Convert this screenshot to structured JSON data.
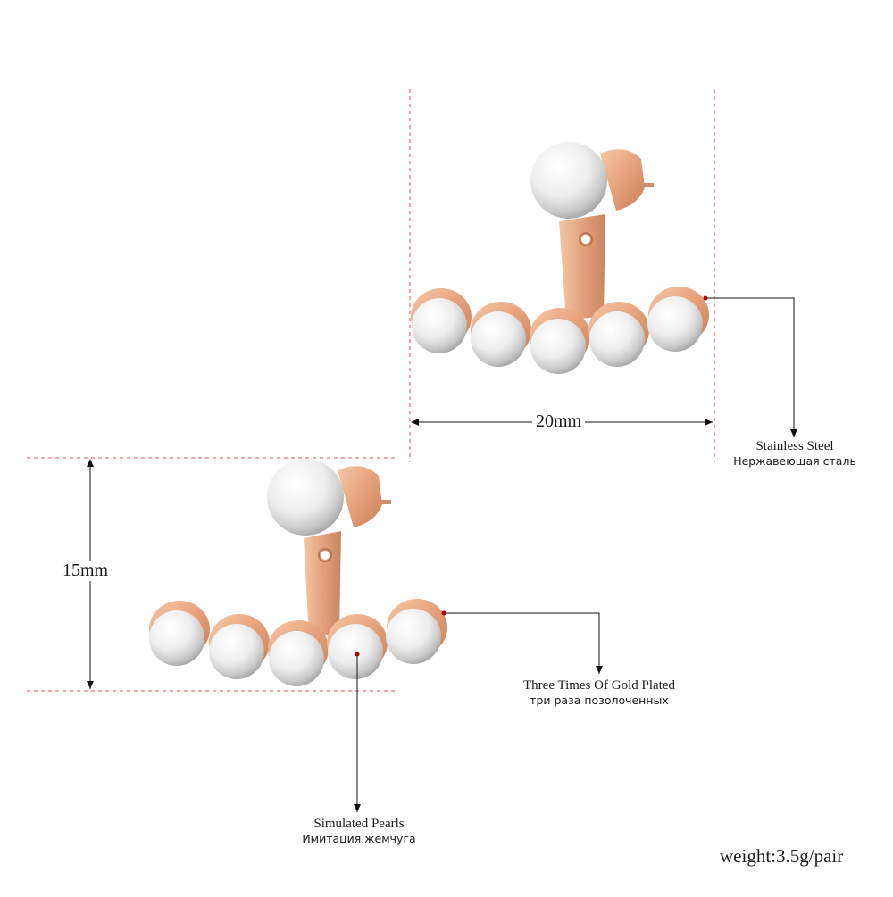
{
  "dimensions": {
    "width": "20mm",
    "height": "15mm"
  },
  "callouts": {
    "stainless_steel": {
      "en": "Stainless Steel",
      "ru": "Нержавеющая сталь"
    },
    "gold_plated": {
      "en": "Three Times Of Gold Plated",
      "ru": "три раза позолоченных"
    },
    "pearls": {
      "en": "Simulated Pearls",
      "ru": "Имитация жемчуга"
    }
  },
  "weight": "weight:3.5g/pair",
  "colors": {
    "rose_gold": "#e8a57f",
    "pearl": "#f2f2f2",
    "guide_line": "#d9534f",
    "text": "#1a1a1a"
  }
}
